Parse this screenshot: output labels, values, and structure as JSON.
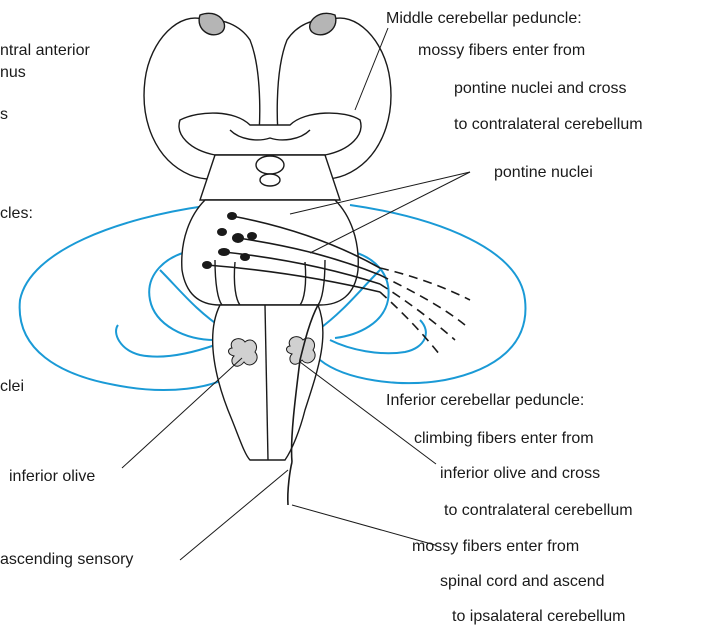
{
  "colors": {
    "ink": "#1a1a1a",
    "cerebellum_blue": "#1a9ad6",
    "nucleus_grey": "#9a9a9a"
  },
  "labels": {
    "cut_left_1": "ntral anterior",
    "cut_left_2": "nus",
    "cut_left_3": "s",
    "cut_left_4": "cles:",
    "cut_left_5": "clei",
    "mcp_title": "Middle cerebellar peduncle:",
    "mcp_line1": "mossy fibers enter from",
    "mcp_line2": "pontine nuclei and cross",
    "mcp_line3": "to contralateral cerebellum",
    "pontine_nuclei": "pontine nuclei",
    "icp_title": "Inferior cerebellar peduncle:",
    "icp_line1": "climbing fibers enter from",
    "icp_line2": "inferior olive and cross",
    "icp_line3": "to contralateral cerebellum",
    "icp_line4": "mossy fibers enter from",
    "icp_line5": "spinal cord and ascend",
    "icp_line6": "to ipsalateral cerebellum",
    "inferior_olive": "inferior olive",
    "ascending_sensory": "ascending sensory"
  }
}
